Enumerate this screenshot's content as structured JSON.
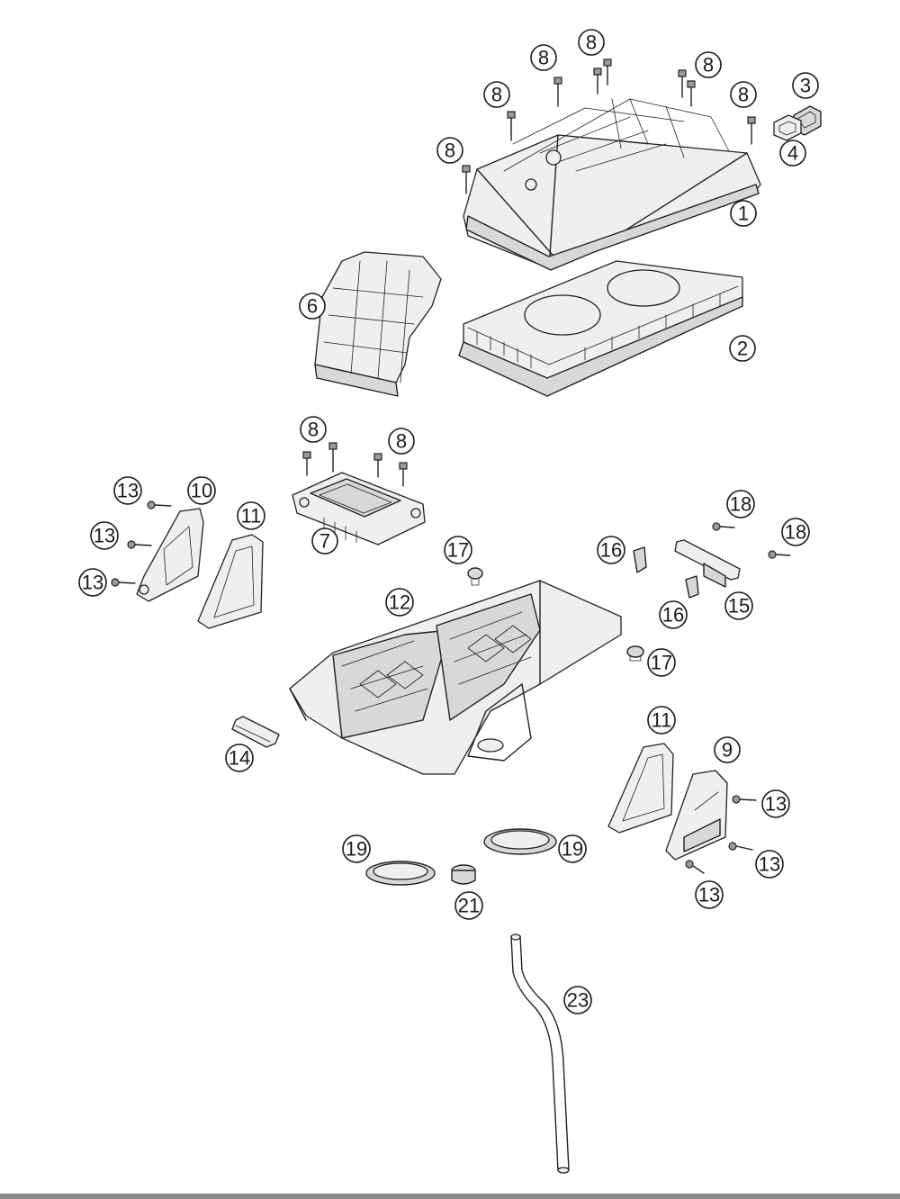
{
  "diagram": {
    "colors": {
      "line": "#222222",
      "shade": "#d8d8d8",
      "dark": "#9a9a9a",
      "background": "#ffffff"
    },
    "callouts": [
      {
        "id": "c8a",
        "label": "8"
      },
      {
        "id": "c8b",
        "label": "8"
      },
      {
        "id": "c8c",
        "label": "8"
      },
      {
        "id": "c8d",
        "label": "8"
      },
      {
        "id": "c8e",
        "label": "8"
      },
      {
        "id": "c8f",
        "label": "8"
      },
      {
        "id": "c3",
        "label": "3"
      },
      {
        "id": "c4",
        "label": "4"
      },
      {
        "id": "c1",
        "label": "1"
      },
      {
        "id": "c6",
        "label": "6"
      },
      {
        "id": "c2",
        "label": "2"
      },
      {
        "id": "c8g",
        "label": "8"
      },
      {
        "id": "c8h",
        "label": "8"
      },
      {
        "id": "c13a",
        "label": "13"
      },
      {
        "id": "c10",
        "label": "10"
      },
      {
        "id": "c11a",
        "label": "11"
      },
      {
        "id": "c13b",
        "label": "13"
      },
      {
        "id": "c13c",
        "label": "13"
      },
      {
        "id": "c7",
        "label": "7"
      },
      {
        "id": "c17a",
        "label": "17"
      },
      {
        "id": "c16a",
        "label": "16"
      },
      {
        "id": "c18a",
        "label": "18"
      },
      {
        "id": "c18b",
        "label": "18"
      },
      {
        "id": "c16b",
        "label": "16"
      },
      {
        "id": "c15",
        "label": "15"
      },
      {
        "id": "c12",
        "label": "12"
      },
      {
        "id": "c17b",
        "label": "17"
      },
      {
        "id": "c14",
        "label": "14"
      },
      {
        "id": "c11b",
        "label": "11"
      },
      {
        "id": "c9",
        "label": "9"
      },
      {
        "id": "c13d",
        "label": "13"
      },
      {
        "id": "c19a",
        "label": "19"
      },
      {
        "id": "c19b",
        "label": "19"
      },
      {
        "id": "c13e",
        "label": "13"
      },
      {
        "id": "c21",
        "label": "21"
      },
      {
        "id": "c13f",
        "label": "13"
      },
      {
        "id": "c23",
        "label": "23"
      }
    ]
  }
}
